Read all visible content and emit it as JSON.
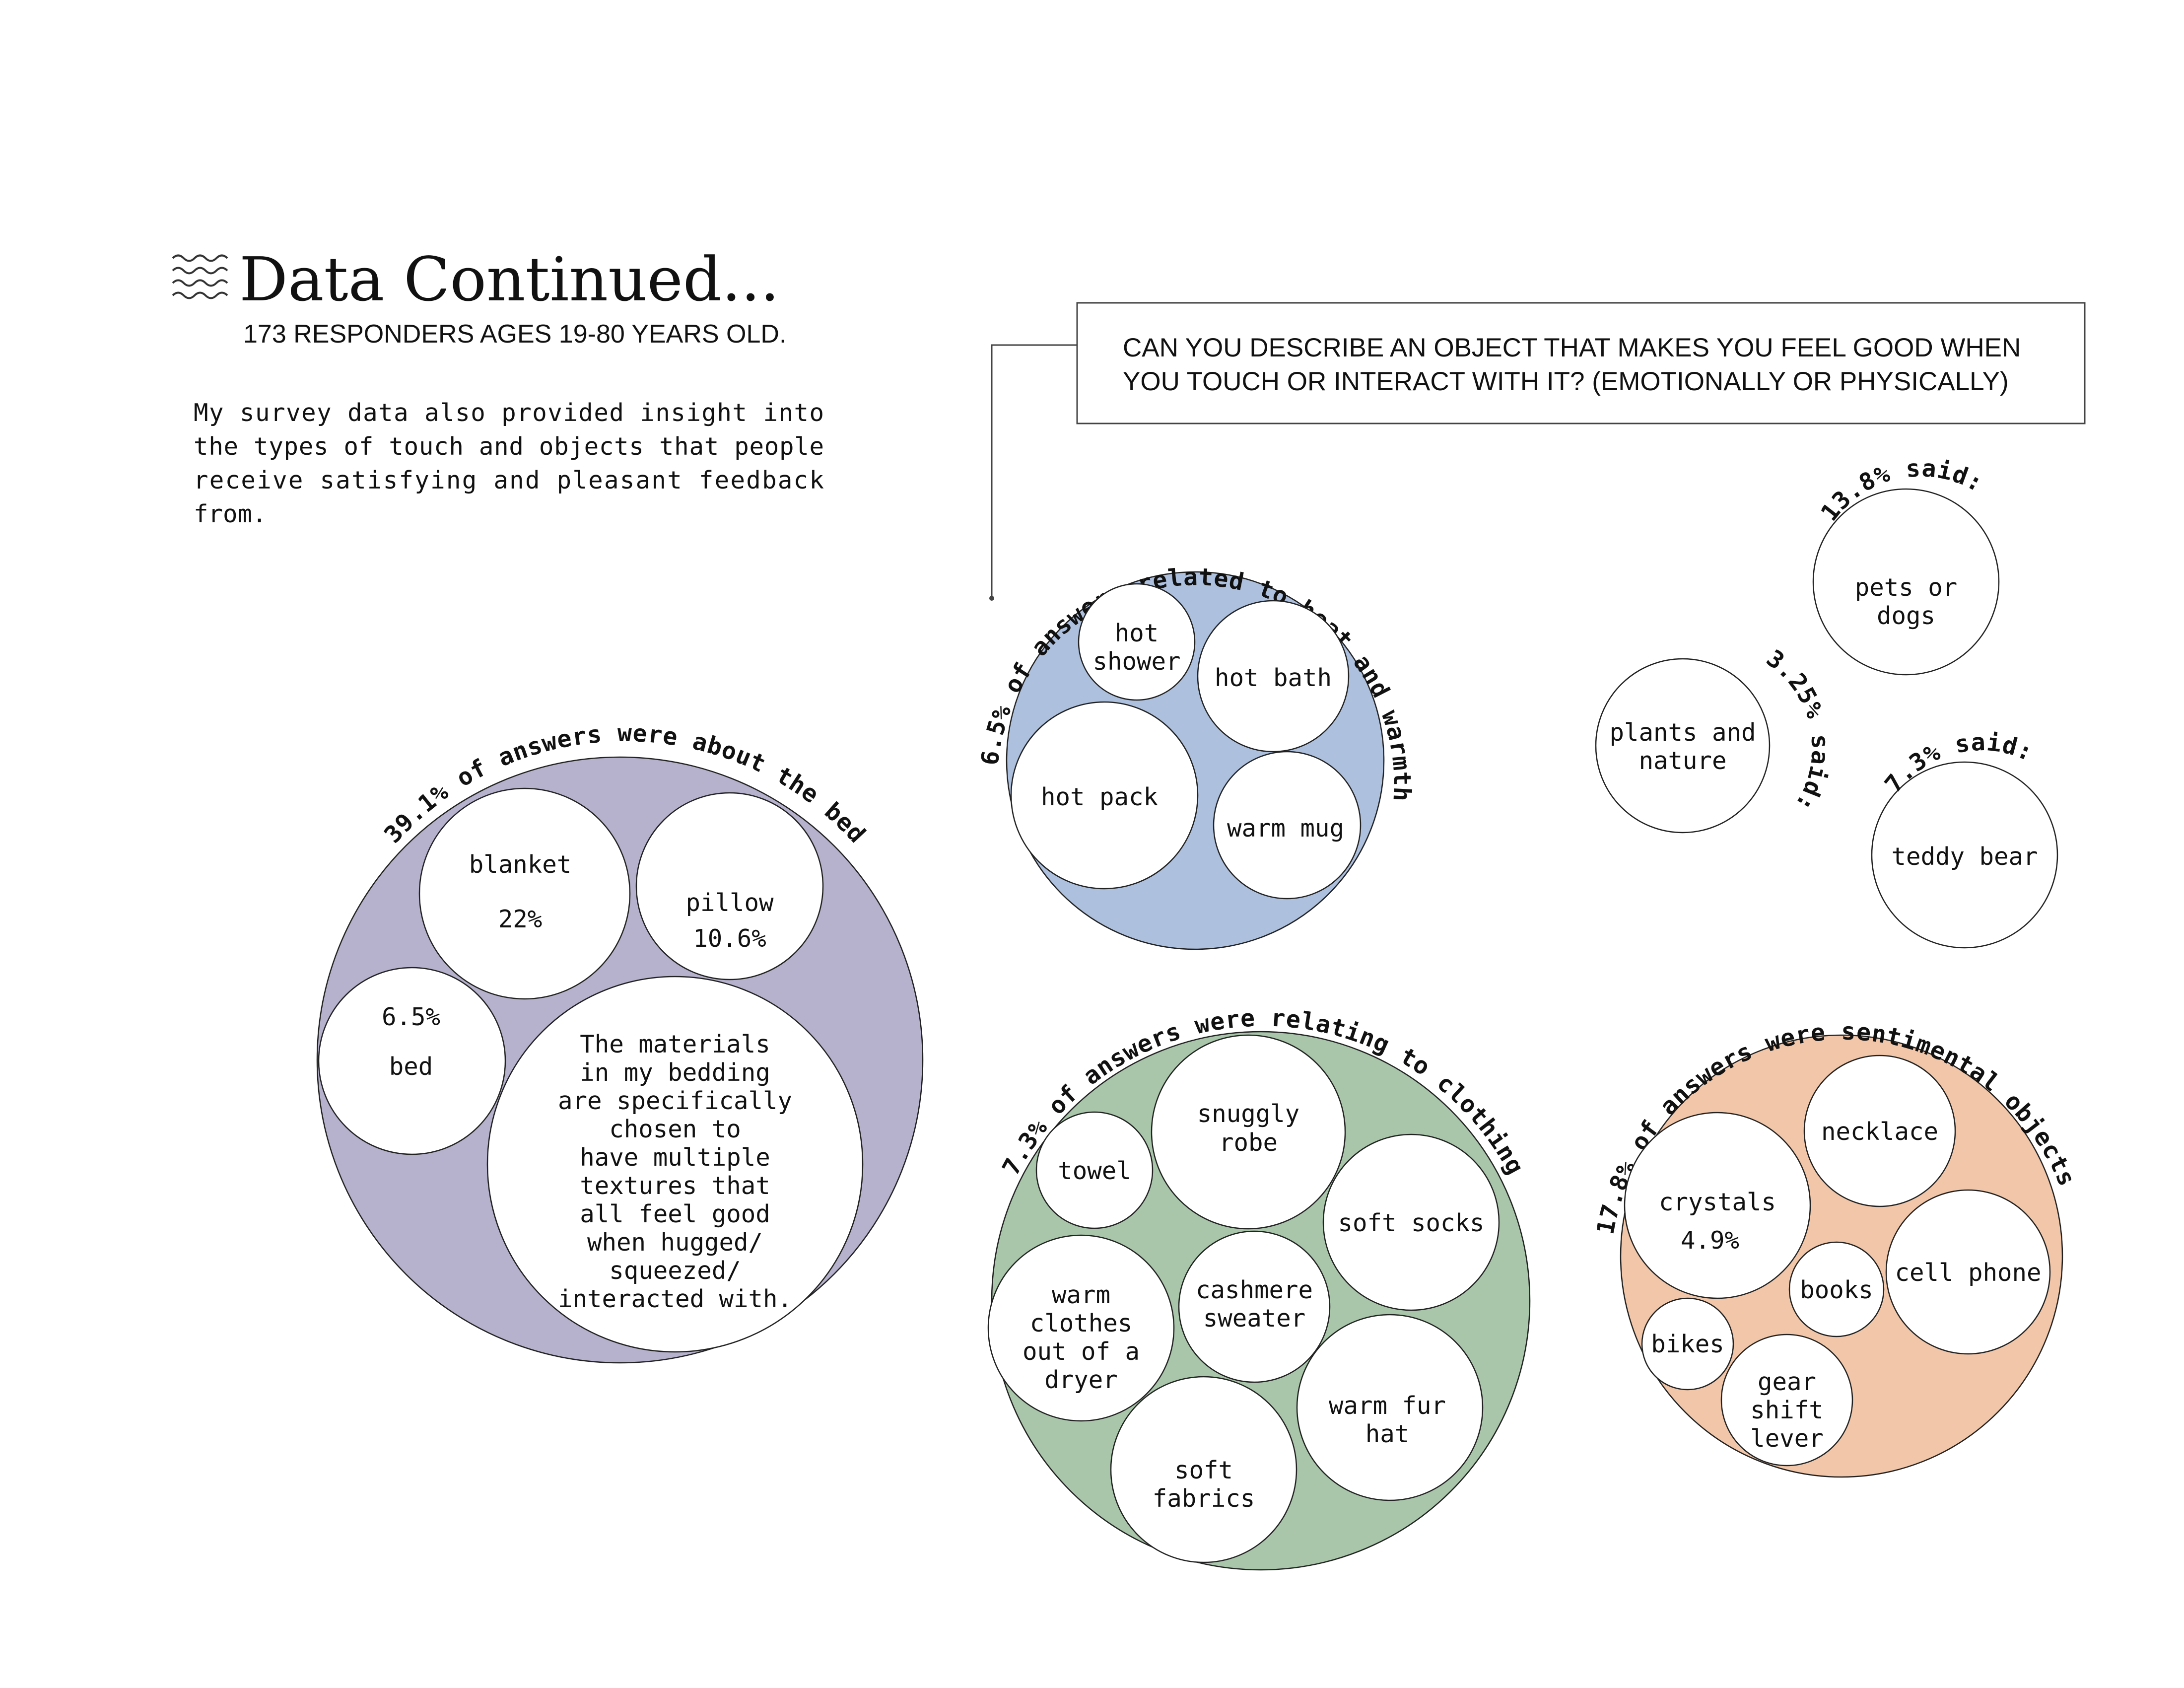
{
  "header": {
    "title": "Data Continued...",
    "subtitle": "173 RESPONDERS AGES 19-80 YEARS OLD.",
    "intro_lines": [
      "My survey data also provided insight into",
      "the types of touch and objects that people",
      "receive satisfying and pleasant feedback",
      "from."
    ]
  },
  "question": {
    "lines": [
      "CAN YOU DESCRIBE AN OBJECT THAT MAKES YOU FEEL GOOD WHEN",
      "YOU TOUCH OR INTERACT WITH IT? (EMOTIONALLY OR PHYSICALLY)"
    ]
  },
  "colors": {
    "bed": "#b6b1cc",
    "heat": "#adc0de",
    "clothing": "#a9c6ab",
    "sentimental": "#f2c6a8",
    "bubble": "#ffffff",
    "stroke": "#222222"
  },
  "groups": {
    "bed": {
      "label": "39.1% of answers were about the bed",
      "items": {
        "blanket": {
          "name": "blanket",
          "value": "22%"
        },
        "pillow": {
          "name": "pillow",
          "value": "10.6%"
        },
        "bed": {
          "name": "bed",
          "value": "6.5%"
        },
        "quote": [
          "The materials",
          "in my bedding",
          "are specifically",
          "chosen to",
          "have multiple",
          "textures that",
          "all feel good",
          "when hugged/",
          "squeezed/",
          "interacted with."
        ]
      }
    },
    "heat": {
      "label": "6.5% of answers related to heat and warmth",
      "items": {
        "hot_shower": [
          "hot",
          "shower"
        ],
        "hot_bath": "hot bath",
        "hot_pack": "hot pack",
        "warm_mug": "warm mug"
      }
    },
    "clothing": {
      "label": "7.3% of answers were relating to clothing",
      "items": {
        "towel": "towel",
        "snuggly_robe": [
          "snuggly",
          "robe"
        ],
        "soft_socks": "soft socks",
        "warm_clothes": [
          "warm",
          "clothes",
          "out of a",
          "dryer"
        ],
        "cashmere_sweater": [
          "cashmere",
          "sweater"
        ],
        "warm_fur_hat": [
          "warm fur",
          "hat"
        ],
        "soft_fabrics": [
          "soft",
          "fabrics"
        ]
      }
    },
    "sentimental": {
      "label": "17.8% of answers were sentimental objects",
      "items": {
        "necklace": "necklace",
        "crystals": {
          "name": "crystals",
          "value": "4.9%"
        },
        "books": "books",
        "cell_phone": "cell phone",
        "bikes": "bikes",
        "gear_shift_lever": [
          "gear",
          "shift",
          "lever"
        ]
      }
    },
    "pets": {
      "label": "13.8% said:",
      "item": [
        "pets or",
        "dogs"
      ]
    },
    "plants": {
      "label": "3.25% said:",
      "item": [
        "plants and",
        "nature"
      ]
    },
    "teddy": {
      "label": "7.3% said:",
      "item": "teddy bear"
    }
  }
}
